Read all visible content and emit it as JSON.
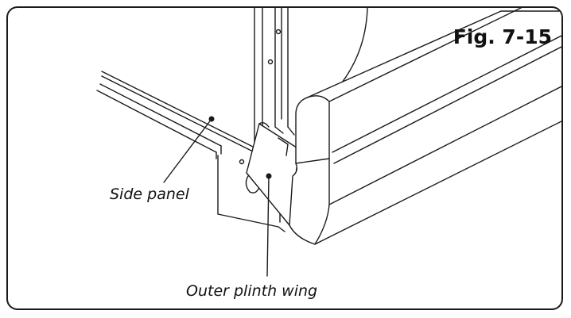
{
  "figure": {
    "label": "Fig. 7-15"
  },
  "callouts": {
    "side_panel": "Side panel",
    "outer_plinth_wing": "Outer plinth wing"
  },
  "colors": {
    "line": "#1a1a1a",
    "background": "#ffffff"
  }
}
